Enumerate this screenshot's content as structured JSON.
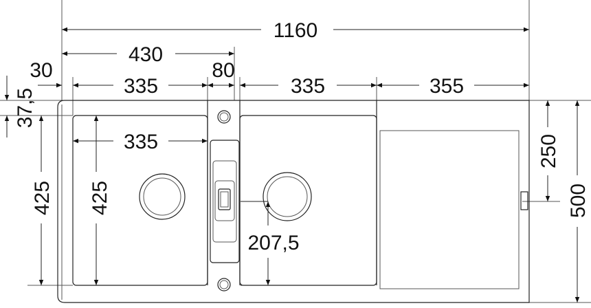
{
  "dimensions": {
    "overall_width": "1160",
    "left_section_width": "430",
    "edge_offset": "30",
    "center_strip": "80",
    "left_bowl_width": "335",
    "left_bowl_inner_width": "335",
    "right_bowl_width": "335",
    "drainer_width": "355",
    "top_margin": "37,5",
    "left_bowl_depth_outer": "425",
    "left_bowl_depth_inner": "425",
    "drain_offset": "207,5",
    "tap_offset": "250",
    "overall_depth": "500"
  }
}
